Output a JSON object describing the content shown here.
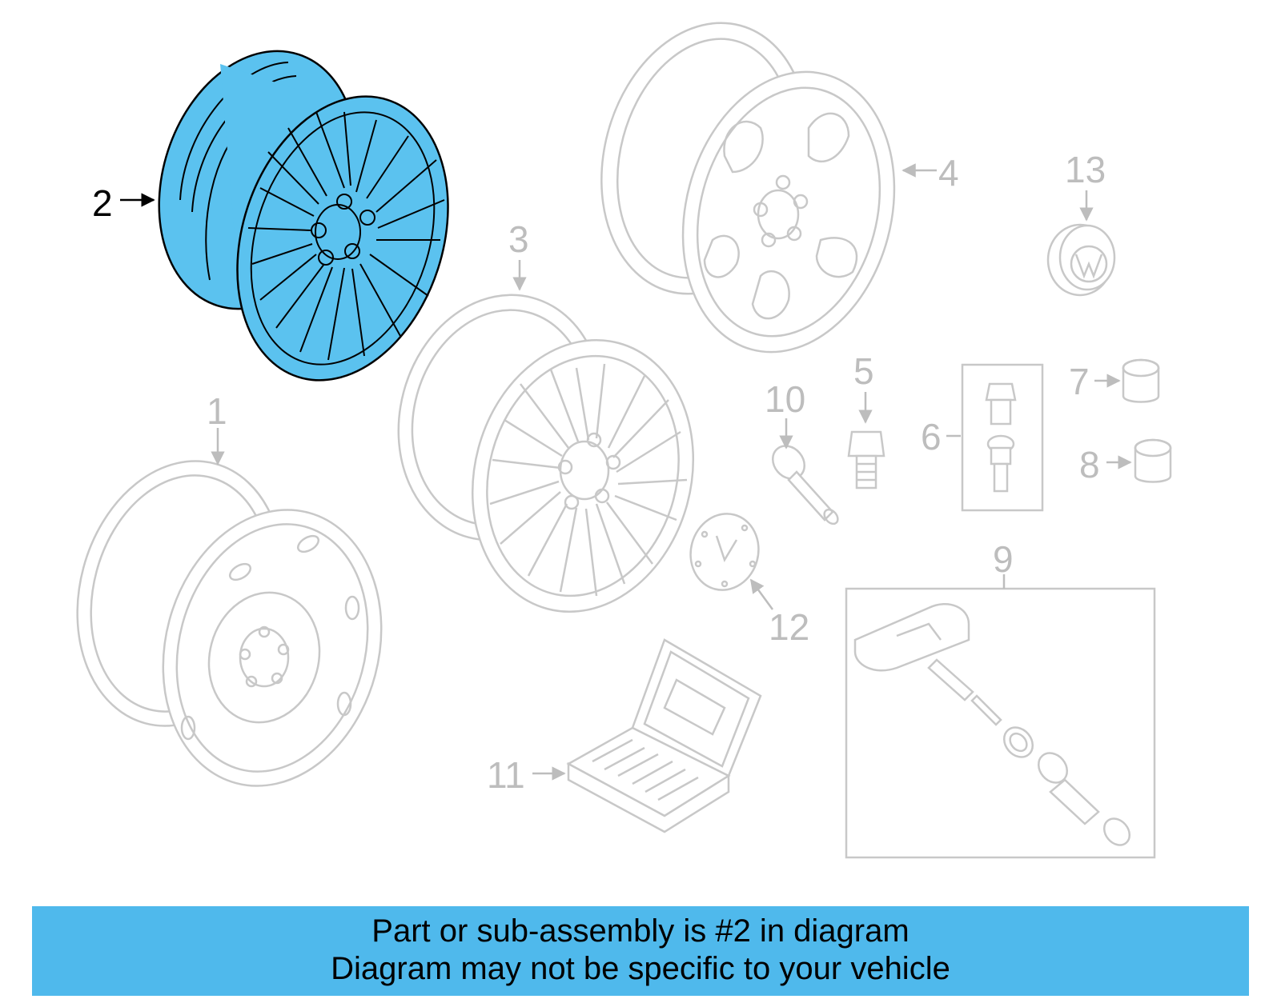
{
  "diagram": {
    "callouts": [
      "1",
      "2",
      "3",
      "4",
      "5",
      "6",
      "7",
      "8",
      "9",
      "10",
      "11",
      "12",
      "13"
    ],
    "highlighted_callout": "2",
    "colors": {
      "highlight": "#5bc2ef",
      "inactive": "#c8c8c8",
      "banner": "#4fb9ec"
    }
  },
  "banner": {
    "line1": "Part or sub-assembly is #2 in diagram",
    "line2": "Diagram may not be specific to your vehicle"
  }
}
